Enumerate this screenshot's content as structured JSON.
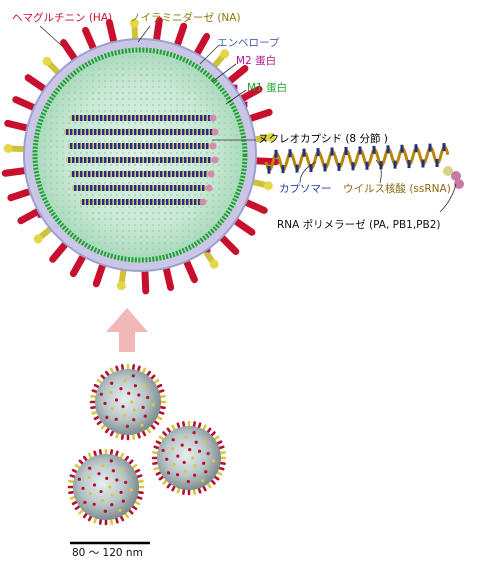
{
  "labels": {
    "hemagglutinin": "ヘマグルチニン (HA)",
    "neuraminidase": "ノイラミニダーゼ (NA)",
    "envelope": "エンベロープ",
    "m2": "M2 蛋白",
    "m1": "M1 蛋白",
    "nucleocapsid": "ヌクレオカプシド (8 分節 )",
    "capsomer": "カプソマー",
    "viral_rna": "ウイルス核酸 (ssRNA)",
    "rna_polymerase": "RNA ポリメラーゼ (PA, PB1,PB2)",
    "scale_bar": "80 ～ 120 nm"
  },
  "colors": {
    "hemagglutinin": "#c8102e",
    "neuraminidase": "#8a7a00",
    "envelope": "#4a5fb0",
    "m2": "#b0148c",
    "m1": "#1aa62a",
    "capsomer": "#2a3aa0",
    "viral_rna": "#8a6a10",
    "arrow": "#f2b8b8"
  },
  "icons": [
    "virion-cross-section",
    "nucleocapsid-helix",
    "arrow-up-icon",
    "virus-particle"
  ]
}
